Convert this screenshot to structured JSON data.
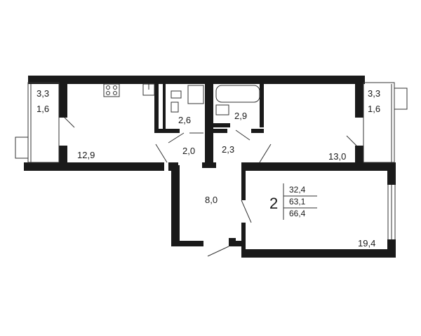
{
  "floor_plan": {
    "room_areas": {
      "balcony_left_total": "3,3",
      "balcony_left_reduced": "1,6",
      "balcony_right_total": "3,3",
      "balcony_right_reduced": "1,6",
      "kitchen": "12,9",
      "toilet": "2,6",
      "bathroom": "2,9",
      "corridor_left": "2,0",
      "corridor_right": "2,3",
      "bedroom": "13,0",
      "hall": "8,0",
      "living_room": "19,4"
    },
    "summary": {
      "room_count": "2",
      "living_area": "32,4",
      "total_area": "63,1",
      "total_area_with_balconies": "66,4"
    },
    "colors": {
      "wall": "#1a1a1a",
      "line": "#333333",
      "background": "#ffffff"
    }
  }
}
